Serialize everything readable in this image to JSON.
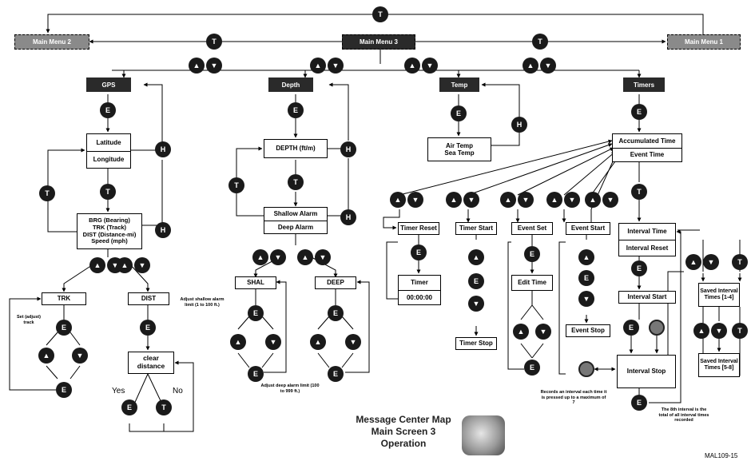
{
  "menus": {
    "left": "Main Menu 2",
    "center": "Main Menu 3",
    "right": "Main Menu 1"
  },
  "categories": {
    "gps": "GPS",
    "depth": "Depth",
    "temp": "Temp",
    "timers": "Timers"
  },
  "buttons": {
    "t": "T",
    "e": "E",
    "h": "H"
  },
  "gps": {
    "lat": "Latitude",
    "lon": "Longitude",
    "brg": "BRG (Bearing)",
    "trk_track": "TRK (Track)",
    "dist_mi": "DIST (Distance-mi)",
    "speed": "Speed (mph)",
    "trk": "TRK",
    "dist": "DIST",
    "set_track": "Set (adjust) track",
    "clear": "clear",
    "distance": "distance",
    "yes": "Yes",
    "no": "No"
  },
  "depth": {
    "depth_unit": "DEPTH (ft/m)",
    "shallow_alarm": "Shallow Alarm",
    "deep_alarm": "Deep Alarm",
    "shal": "SHAL",
    "deep": "DEEP",
    "shal_note": "Adjust shallow alarm limit (1 to 100 ft.)",
    "deep_note": "Adjust deep alarm limit (100 to 999 ft.)"
  },
  "temp": {
    "air": "Air Temp",
    "sea": "Sea Temp"
  },
  "timers": {
    "accumulated": "Accumulated Time",
    "event_time": "Event Time",
    "timer_reset": "Timer Reset",
    "timer_start": "Timer Start",
    "event_set": "Event Set",
    "event_start": "Event Start",
    "timer": "Timer",
    "timer_value": "00:00:00",
    "timer_stop": "Timer Stop",
    "edit_time": "Edit Time",
    "event_stop": "Event Stop",
    "interval_time": "Interval Time",
    "interval_reset": "Interval Reset",
    "interval_start": "Interval Start",
    "interval_stop": "Interval Stop",
    "saved_1": "Saved Interval Times [1-4]",
    "saved_2": "Saved Interval Times [5-8]",
    "records_note": "Records an interval each time it is pressed up to a maximum of 7",
    "eighth_note": "The 8th interval is the total of all interval times recorded"
  },
  "footer": {
    "title_1": "Message Center Map",
    "title_2": "Main Screen 3",
    "title_3": "Operation",
    "code": "MAL109-15"
  }
}
